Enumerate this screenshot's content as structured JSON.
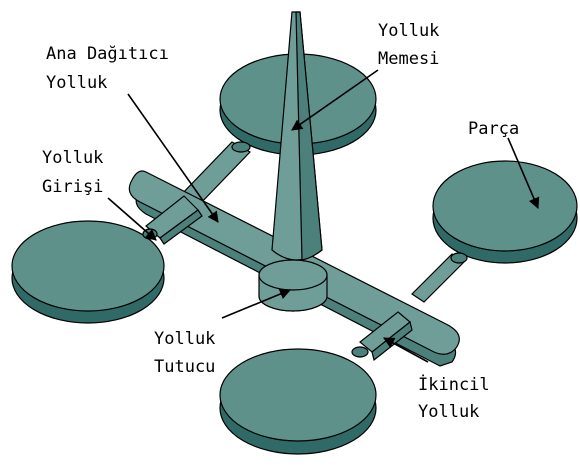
{
  "labels": {
    "main_runner": [
      "Ana Dağıtıcı",
      "Yolluk"
    ],
    "sprue_nozzle": [
      "Yolluk",
      "Memesi"
    ],
    "gate": [
      "Yolluk",
      "Girişi"
    ],
    "part": [
      "Parça"
    ],
    "sprue_holder": [
      "Yolluk",
      "Tutucu"
    ],
    "secondary_runner": [
      "İkincil",
      "Yolluk"
    ]
  },
  "colors": {
    "part_top": "#5f918b",
    "part_side": "#2f6a66",
    "runner": "#6f9e98",
    "background": "#ffffff"
  }
}
